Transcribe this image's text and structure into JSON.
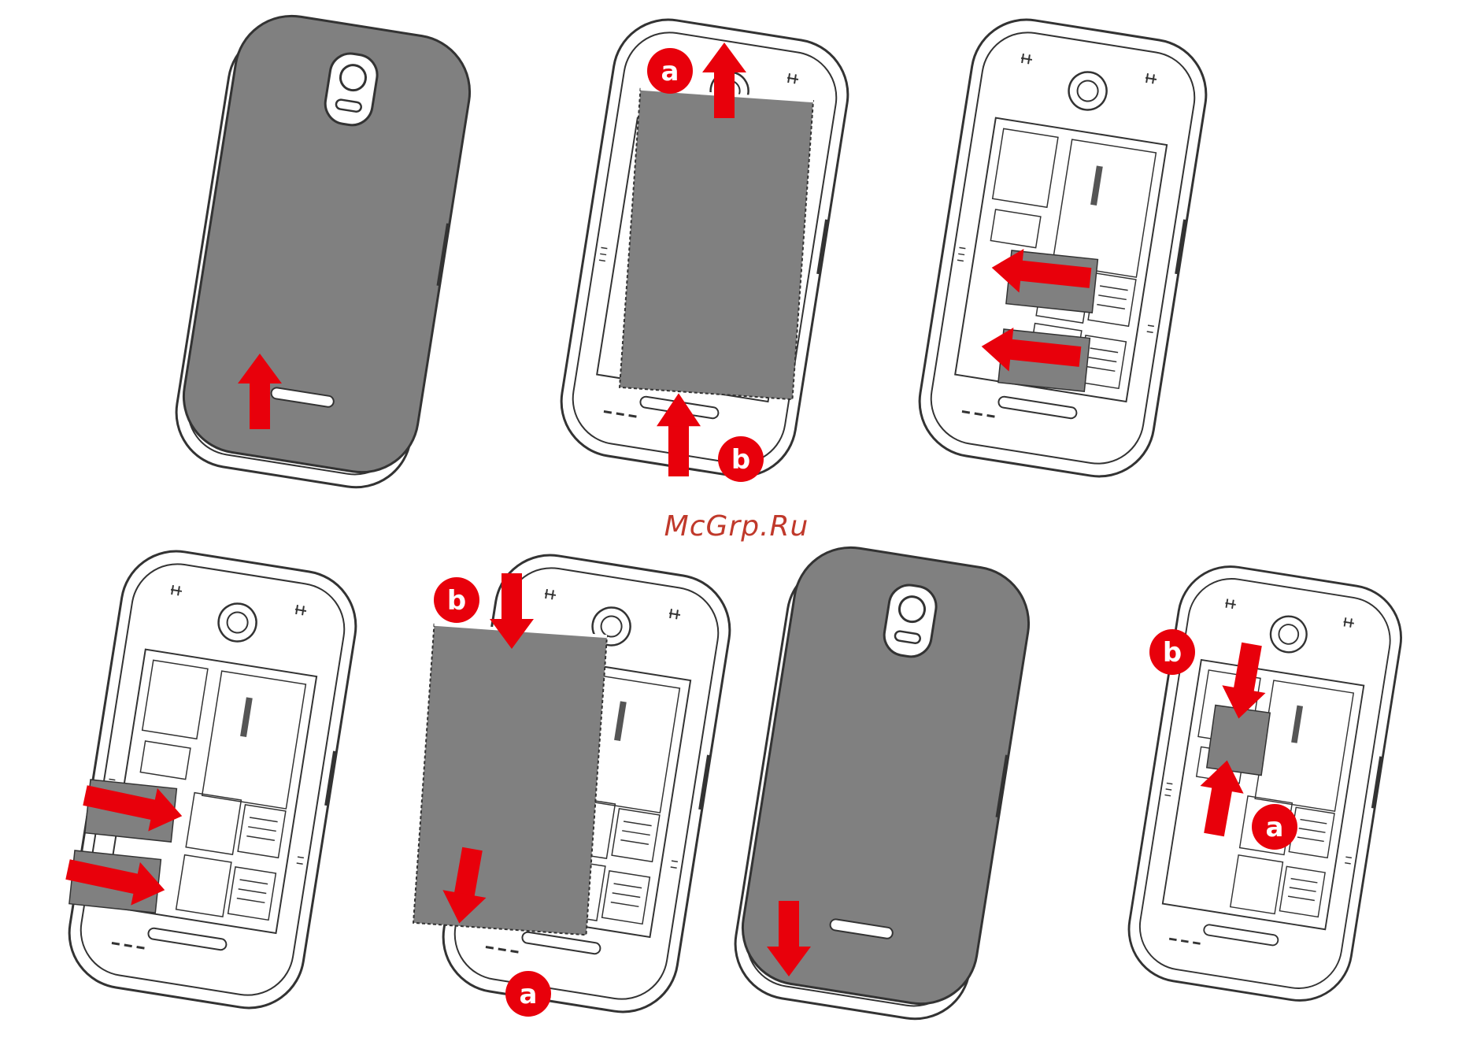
{
  "watermark": {
    "text": "McGrp.Ru",
    "color": "#c0392b"
  },
  "colors": {
    "arrow": "#e8000b",
    "cover": "#808080",
    "outline": "#333333",
    "badge": "#e8000b"
  },
  "steps": [
    {
      "id": "remove-back-cover",
      "icon": "arrow-up-icon"
    },
    {
      "id": "remove-battery",
      "labels": [
        "a",
        "b"
      ]
    },
    {
      "id": "remove-sim-cards",
      "icon": "arrow-left-icon"
    },
    {
      "id": "insert-sim-cards",
      "icon": "arrow-right-icon"
    },
    {
      "id": "insert-battery",
      "labels": [
        "b",
        "a"
      ]
    },
    {
      "id": "attach-back-cover",
      "icon": "arrow-down-icon"
    },
    {
      "id": "insert-memory-card",
      "labels": [
        "b",
        "a"
      ]
    }
  ]
}
